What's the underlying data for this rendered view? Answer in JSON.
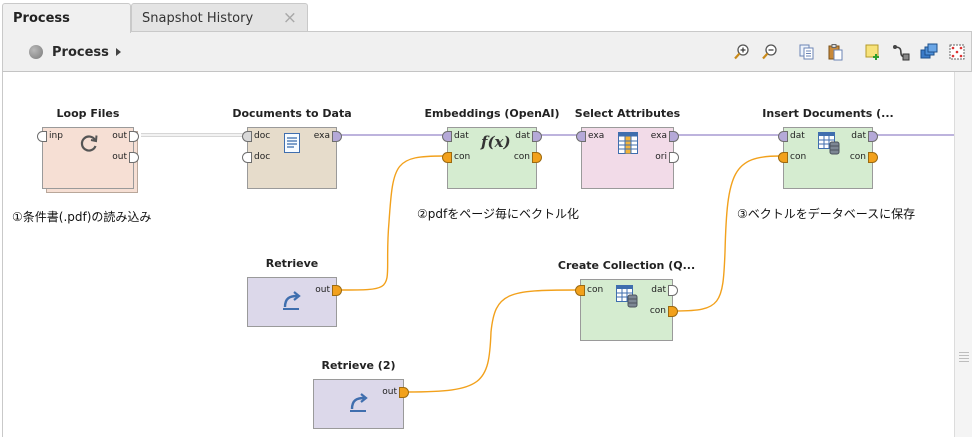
{
  "tabs": [
    {
      "label": "Process",
      "active": true
    },
    {
      "label": "Snapshot History",
      "active": false,
      "close": "×"
    }
  ],
  "toolbar": {
    "breadcrumb": "Process",
    "icons": [
      "zoom-in-icon",
      "zoom-out-icon",
      "copy-icon",
      "paste-icon",
      "add-note-icon",
      "auto-wire-icon",
      "arrange-icon",
      "fit-view-icon"
    ]
  },
  "operators": {
    "loop_files": {
      "title": "Loop Files",
      "ports_in": [
        "inp"
      ],
      "ports_out": [
        "out",
        "out"
      ],
      "icon": "loop-icon"
    },
    "documents_to_data": {
      "title": "Documents to Data",
      "ports_in": [
        "doc",
        "doc"
      ],
      "ports_out": [
        "exa"
      ],
      "icon": "document-icon"
    },
    "embeddings": {
      "title": "Embeddings (OpenAI)",
      "ports_in": [
        "dat",
        "con"
      ],
      "ports_out": [
        "dat",
        "con"
      ],
      "icon": "function-icon",
      "icon_text": "f(x)"
    },
    "select_attributes": {
      "title": "Select Attributes",
      "ports_in": [
        "exa"
      ],
      "ports_out": [
        "exa",
        "ori"
      ],
      "icon": "table-columns-icon"
    },
    "insert_documents": {
      "title": "Insert Documents (...",
      "ports_in": [
        "dat",
        "con"
      ],
      "ports_out": [
        "dat",
        "con"
      ],
      "icon": "table-database-icon"
    },
    "retrieve": {
      "title": "Retrieve",
      "ports_out": [
        "out"
      ],
      "icon": "retrieve-arrow-icon"
    },
    "retrieve2": {
      "title": "Retrieve (2)",
      "ports_out": [
        "out"
      ],
      "icon": "retrieve-arrow-icon"
    },
    "create_collection": {
      "title": "Create Collection (Q...",
      "ports_in": [
        "con"
      ],
      "ports_out": [
        "dat",
        "con"
      ],
      "icon": "table-database-icon"
    }
  },
  "notes": {
    "note1": "①条件書(.pdf)の読み込み",
    "note2": "②pdfをページ毎にベクトル化",
    "note3": "③ベクトルをデータベースに保存"
  },
  "colors": {
    "loop": "#f6dfd4",
    "documents": "#e6dccb",
    "modeling": "#d5ecd0",
    "blending": "#f2dbe8",
    "retrieve": "#dcd8ea",
    "wire_data": "#a79ad2",
    "wire_connection": "#f2a11c",
    "wire_document": "#c9c9c9"
  }
}
